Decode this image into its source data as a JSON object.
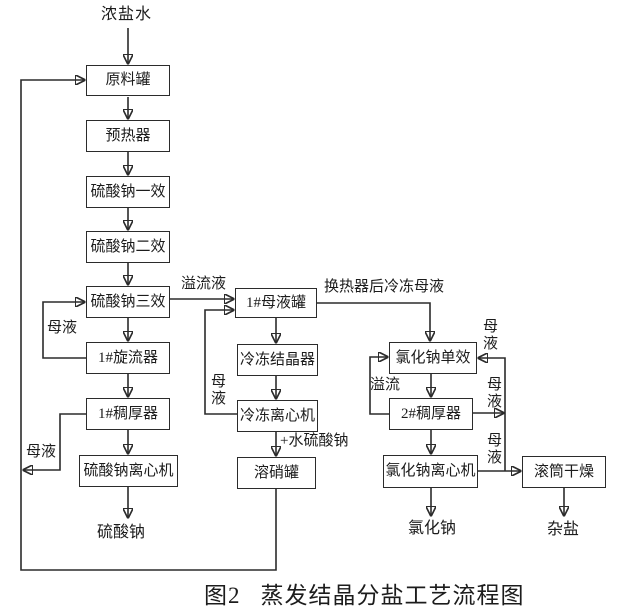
{
  "figure": {
    "source_stream": "浓盐水",
    "nodes": {
      "raw_tank": "原料罐",
      "preheater": "预热器",
      "na2so4_effect1": "硫酸钠一效",
      "na2so4_effect2": "硫酸钠二效",
      "na2so4_effect3": "硫酸钠三效",
      "cyclone_1": "1#旋流器",
      "thickener_1": "1#稠厚器",
      "na2so4_centrifuge": "硫酸钠离心机",
      "mother_liquor_tank_1": "1#母液罐",
      "freezing_crystallizer": "冷冻结晶器",
      "freezing_centrifuge": "冷冻离心机",
      "nitrate_dissolving_tank": "溶硝罐",
      "nacl_single_effect": "氯化钠单效",
      "thickener_2": "2#稠厚器",
      "nacl_centrifuge": "氯化钠离心机",
      "drum_dryer": "滚筒干燥"
    },
    "stream_labels": {
      "mother_liquor": "母液",
      "overflow_liquid": "溢流液",
      "overflow": "溢流",
      "frozen_mother_liquor_after_hx": "换热器后冷冻母液",
      "water_sodium_sulfate": "+水硫酸钠"
    },
    "products": {
      "sodium_sulfate": "硫酸钠",
      "sodium_chloride": "氯化钠",
      "mixed_salt": "杂盐"
    },
    "caption": {
      "figure_no": "图2",
      "title": "蒸发结晶分盐工艺流程图"
    },
    "colors": {
      "line": "#2b2b2b",
      "text": "#1c1c1c",
      "background": "#ffffff"
    }
  }
}
